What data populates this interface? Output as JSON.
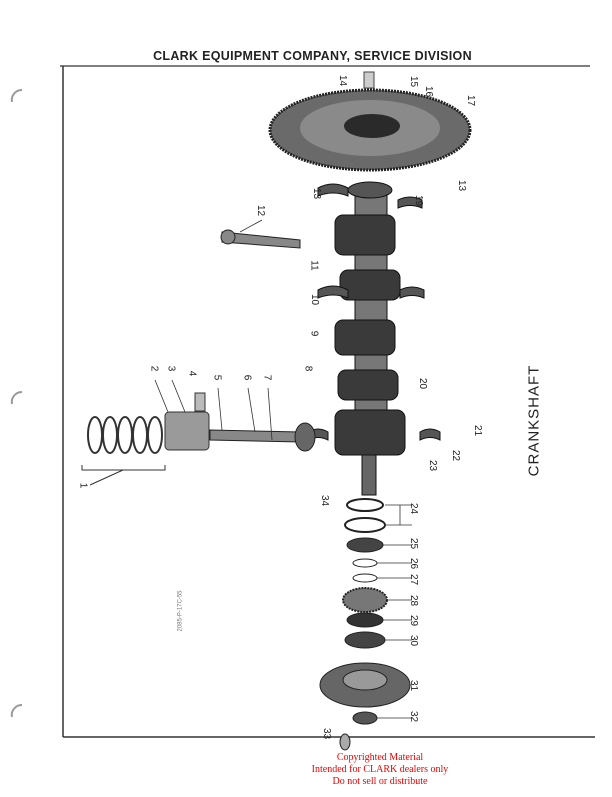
{
  "header": "CLARK EQUIPMENT COMPANY, SERVICE DIVISION",
  "figure_title": "CRANKSHAFT",
  "figure_code": "2085-P-17C-55",
  "callouts": [
    "1",
    "2",
    "3",
    "4",
    "5",
    "6",
    "7",
    "8",
    "9",
    "10",
    "11",
    "12",
    "13",
    "13",
    "14",
    "15",
    "16",
    "17",
    "19",
    "20",
    "21",
    "22",
    "23",
    "24",
    "25",
    "26",
    "27",
    "28",
    "29",
    "30",
    "31",
    "32",
    "33",
    "34"
  ],
  "watermark": {
    "line1": "Copyrighted Material",
    "line2": "Intended for CLARK dealers only",
    "line3": "Do not sell or distribute"
  },
  "colors": {
    "watermark": "#ee0000"
  }
}
